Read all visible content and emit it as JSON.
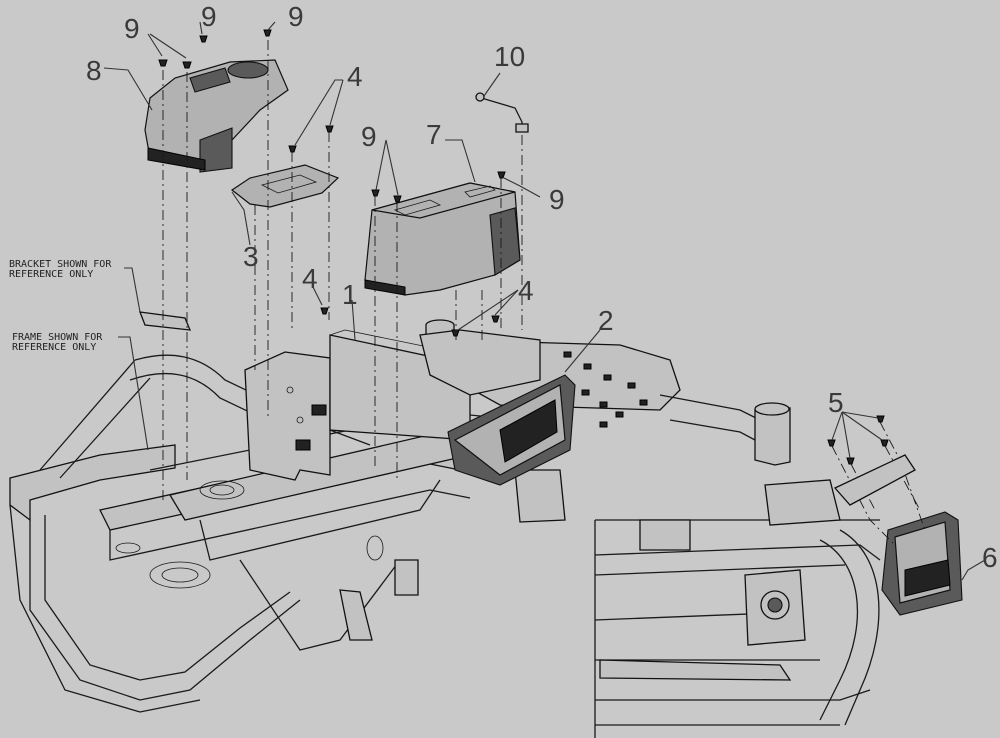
{
  "callouts": {
    "c1": "1",
    "c2": "2",
    "c3": "3",
    "c4a": "4",
    "c4b": "4",
    "c4c": "4",
    "c5": "5",
    "c6": "6",
    "c7": "7",
    "c8": "8",
    "c9a": "9",
    "c9b": "9",
    "c9c": "9",
    "c9d": "9",
    "c9e": "9",
    "c10": "10"
  },
  "notes": {
    "bracket_line1": "BRACKET SHOWN FOR",
    "bracket_line2": "REFERENCE ONLY",
    "frame_line1": "FRAME SHOWN FOR",
    "frame_line2": "REFERENCE ONLY"
  }
}
